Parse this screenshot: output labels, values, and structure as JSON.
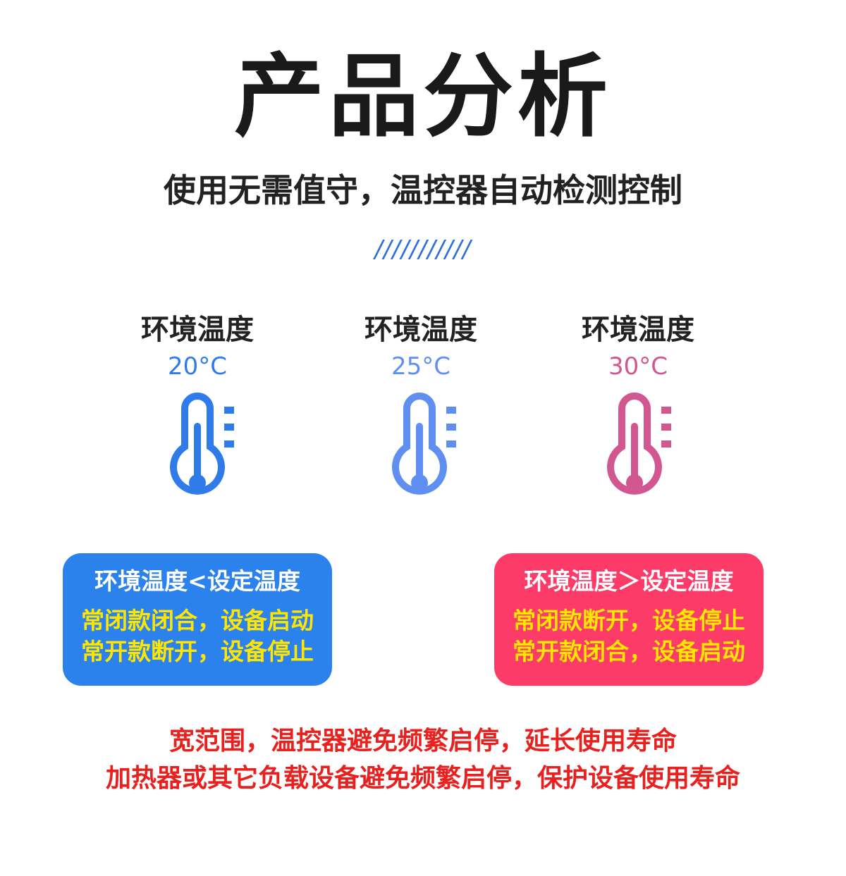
{
  "header": {
    "title": "产品分析",
    "subtitle": "使用无需值守，温控器自动检测控制",
    "divider": "///////////"
  },
  "thermometers": [
    {
      "label": "环境温度",
      "temp": "20°C",
      "color": "#2f7bea",
      "icon": "thermometer-icon"
    },
    {
      "label": "环境温度",
      "temp": "25°C",
      "color": "#5f8ff0",
      "icon": "thermometer-icon"
    },
    {
      "label": "环境温度",
      "temp": "30°C",
      "color": "#d2568f",
      "icon": "thermometer-icon"
    }
  ],
  "timeline": {
    "start_color": "#2d84f0",
    "mid_color": "#6e8ef0",
    "end_color": "#f33f6c"
  },
  "boxes": {
    "low": {
      "heading": "环境温度<设定温度",
      "line1": "常闭款闭合，设备启动",
      "line2": "常开款断开，设备停止",
      "bg": "#2c82ec"
    },
    "high": {
      "heading": "环境温度＞设定温度",
      "line1": "常闭款断开，设备停止",
      "line2": "常开款闭合，设备启动",
      "bg": "#fc3b68"
    }
  },
  "notes": {
    "line1": "宽范围，温控器避免频繁启停，延长使用寿命",
    "line2": "加热器或其它负载设备避免频繁启停，保护设备使用寿命"
  }
}
